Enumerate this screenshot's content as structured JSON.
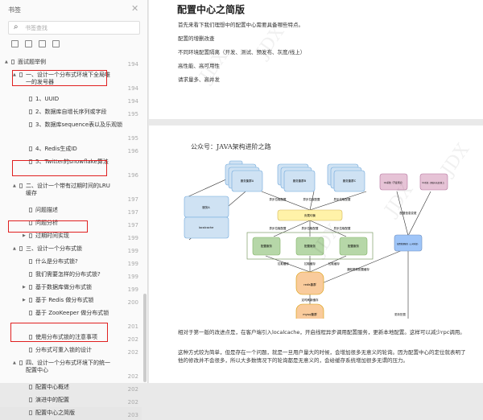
{
  "sidebar": {
    "title": "书签",
    "search_placeholder": "书签查找",
    "items": [
      {
        "label": "面试题举例",
        "page": "194",
        "level": 0,
        "arrow": "▲"
      },
      {
        "label": "一、设计一个分布式环境下全局唯一的发号器",
        "page": "194",
        "level": 1,
        "arrow": "▲"
      },
      {
        "label": "1、UUID",
        "page": "194",
        "level": 2
      },
      {
        "label": "2、数据库自增长序列或字段",
        "page": "195",
        "level": 2
      },
      {
        "label": "3、数据库sequence表以及乐观锁",
        "page": "195",
        "level": 2
      },
      {
        "label": "4、Redis生成ID",
        "page": "196",
        "level": 2
      },
      {
        "label": "5、Twitter的snowflake算法",
        "page": "196",
        "level": 2
      },
      {
        "label": "二、设计一个带有过期时间的LRU缓存",
        "page": "197",
        "level": 1,
        "arrow": "▲"
      },
      {
        "label": "问题描述",
        "page": "197",
        "level": 2
      },
      {
        "label": "问题分析",
        "page": "197",
        "level": 2
      },
      {
        "label": "过期时间实现",
        "page": "199",
        "level": 2,
        "arrow": "▶"
      },
      {
        "label": "三、设计一个分布式锁",
        "page": "199",
        "level": 1,
        "arrow": "▲"
      },
      {
        "label": "什么是分布式锁?",
        "page": "199",
        "level": 2
      },
      {
        "label": "我们需要怎样的分布式锁?",
        "page": "199",
        "level": 2
      },
      {
        "label": "基于数据库做分布式锁",
        "page": "199",
        "level": 2,
        "arrow": "▶"
      },
      {
        "label": "基于 Redis 做分布式锁",
        "page": "200",
        "level": 2,
        "arrow": "▶"
      },
      {
        "label": "基于 ZooKeeper 做分布式锁",
        "page": "201",
        "level": 2
      },
      {
        "label": "使用分布式锁的注意事项",
        "page": "202",
        "level": 2
      },
      {
        "label": "分布式可重入锁的设计",
        "page": "202",
        "level": 2
      },
      {
        "label": "四、设计一个分布式环境下的统一配置中心",
        "page": "202",
        "level": 1,
        "arrow": "▲"
      },
      {
        "label": "配置中心概述",
        "page": "202",
        "level": 2
      },
      {
        "label": "演进中的配置",
        "page": "202",
        "level": 2
      },
      {
        "label": "配置中心之简版",
        "page": "203",
        "level": 2,
        "selected": true
      }
    ]
  },
  "page1": {
    "heading": "配置中心之简版",
    "lines": [
      "首先来看下我们理想中的配置中心需要具备哪些特点。",
      "配置的增删改查",
      "不同环境配置隔离（开发、测试、预发布、灰度/线上）",
      "高性能、高可用性",
      "请求量多、高并发"
    ]
  },
  "page2": {
    "caption": "公众号：JAVA架构进阶之路",
    "diagram": {
      "clusterA": "服务集群A",
      "clusterB": "服务集群B",
      "clusterC": "服务集群C",
      "serviceA": "服务A",
      "localcache": "localcache",
      "lb": "负载均衡",
      "cfg": "配置服务",
      "redis": "redis集群",
      "mysql": "mysql集群",
      "qa1": "QA系统（开发测试）",
      "qa2": "QA系统（预发布灰度/线上）",
      "mgr": "配置管理服务（公司内部）",
      "async": "异步拉取配置",
      "pull": "拉取缓存",
      "notify": "配置信息变更",
      "update": "通知更新配置缓存",
      "persist": "定时刷新缓存",
      "refresh": "更新配置"
    },
    "paragraphs": [
      "相对于第一版的改进点是，在客户端引入localcache，开启线程异步调用配置服务，更新本地配置。这样可以减少rpc调用。",
      "这种方式较为简单，但是存在一个问题，就是一旦用户量大的时候，会增加很多无意义的轮询。因为配置中心的定位就表明了他的修改并不会很多，所以大多数情况下的轮询都是无意义的，会给缓存系统增加很多无谓的压力。"
    ]
  },
  "watermark": "JDX",
  "colors": {
    "highlight_box": "#e02020",
    "blue": "#cfe2f3",
    "yellow": "#fff2a8",
    "green": "#b6d7a8",
    "orange": "#f9cb9c",
    "pink": "#d5a6bd"
  }
}
